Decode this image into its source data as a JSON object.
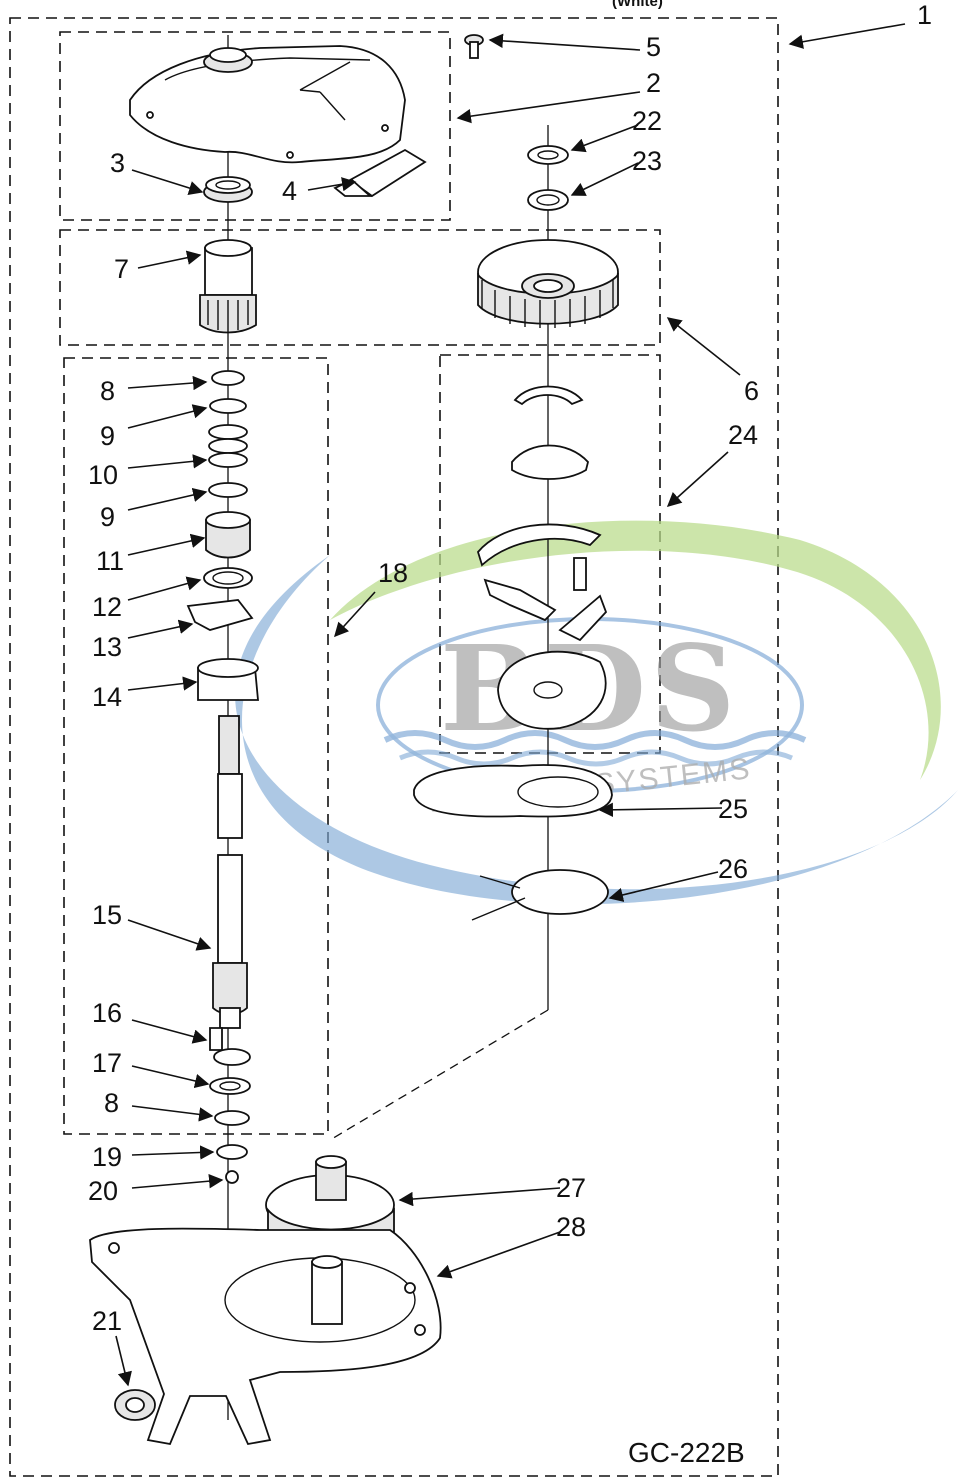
{
  "diagram": {
    "header_fragment": "(White)",
    "diagram_code": "GC-222B",
    "callouts": [
      {
        "id": "c1",
        "text": "1"
      },
      {
        "id": "c2",
        "text": "2"
      },
      {
        "id": "c3",
        "text": "3"
      },
      {
        "id": "c4",
        "text": "4"
      },
      {
        "id": "c5",
        "text": "5"
      },
      {
        "id": "c6",
        "text": "6"
      },
      {
        "id": "c7",
        "text": "7"
      },
      {
        "id": "c8a",
        "text": "8"
      },
      {
        "id": "c9a",
        "text": "9"
      },
      {
        "id": "c10",
        "text": "10"
      },
      {
        "id": "c9b",
        "text": "9"
      },
      {
        "id": "c11",
        "text": "11"
      },
      {
        "id": "c12",
        "text": "12"
      },
      {
        "id": "c13",
        "text": "13"
      },
      {
        "id": "c14",
        "text": "14"
      },
      {
        "id": "c15",
        "text": "15"
      },
      {
        "id": "c16",
        "text": "16"
      },
      {
        "id": "c17",
        "text": "17"
      },
      {
        "id": "c8b",
        "text": "8"
      },
      {
        "id": "c18",
        "text": "18"
      },
      {
        "id": "c19",
        "text": "19"
      },
      {
        "id": "c20",
        "text": "20"
      },
      {
        "id": "c21",
        "text": "21"
      },
      {
        "id": "c22",
        "text": "22"
      },
      {
        "id": "c23",
        "text": "23"
      },
      {
        "id": "c24",
        "text": "24"
      },
      {
        "id": "c25",
        "text": "25"
      },
      {
        "id": "c26",
        "text": "26"
      },
      {
        "id": "c27",
        "text": "27"
      },
      {
        "id": "c28",
        "text": "28"
      }
    ]
  },
  "watermark": {
    "logo_text": "BDS",
    "tagline": "LAUNDRY SYSTEMS",
    "colors": {
      "blue": "#7fa9d6",
      "green": "#b9dc8a",
      "gray": "#9b9b9b"
    }
  }
}
